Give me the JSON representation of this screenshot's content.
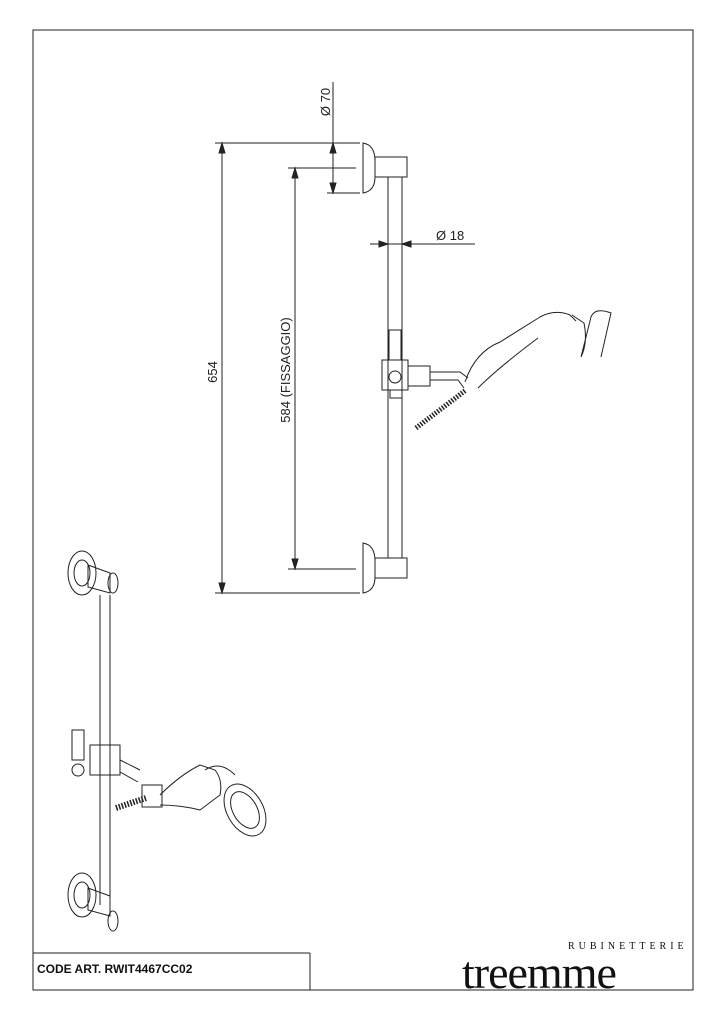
{
  "dimensions": {
    "overall_length": "654",
    "fixing_distance": "584  (FISSAGGIO)",
    "flange_diameter": "Ø 70",
    "bar_diameter": "Ø 18"
  },
  "title_block": {
    "code_label": "CODE ART.  RWIT4467CC02"
  },
  "logo": {
    "tagline": "RUBINETTERIE",
    "brand": "treemme"
  }
}
